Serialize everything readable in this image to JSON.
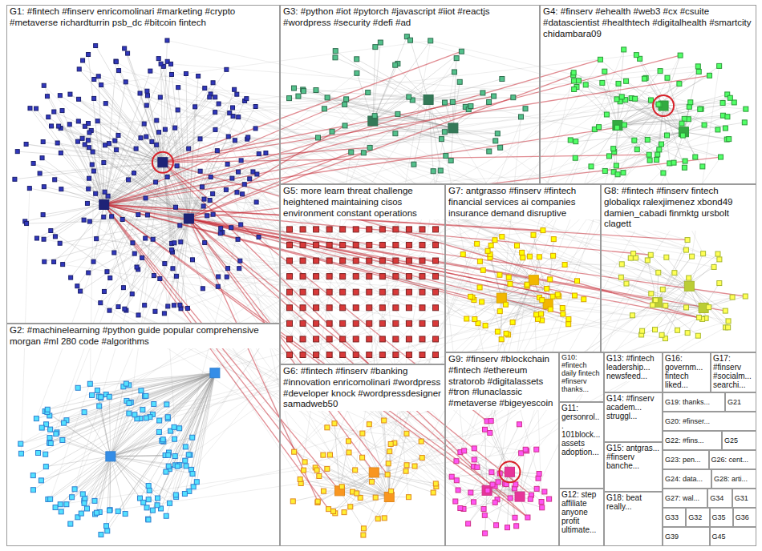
{
  "diagram": {
    "nodes": [
      {
        "text": [
          "G1: #fintech #finserv enricomolinari #marketing #crypto #metaverse richardturrin psb_dc #bitcoin fintech"
        ]
      },
      {
        "text": [
          "G3: #python #iot #pytorch #javascript #iiot #reactjs #wordpress #security #defi #ad"
        ]
      },
      {
        "text": [
          "G4: #finserv #ehealth #web3 #cx #csuite #datascientist #healthtech #digitalhealth #smartcity chidambara09"
        ]
      },
      {
        "text": [
          "G5: more learn threat challenge heightened maintaining cisos environment constant operations"
        ]
      },
      {
        "text": [
          "G7: antgrasso #finserv #fintech financial services ai companies insurance demand disruptive"
        ]
      },
      {
        "text": [
          "G8: #fintech #finserv fintech globaliqx ralexjimenez xbond49 damien_cabadi finmktg ursbolt clagett"
        ]
      },
      {
        "text": [
          "G2: #machinelearning #python guide popular comprehensive morgan #ml 280 code #algorithms"
        ]
      },
      {
        "text": [
          "G6: #fintech #finserv #banking #innovation enricomolinari #wordpress #developer knock #wordpressdesigner samadweb50"
        ]
      },
      {
        "text": [
          "G9: #finserv #blockchain #fintech #ethereum stratorob #digitalassets #tron #lunaclassic #metaverse #bigeyescoin"
        ]
      },
      {
        "text": [
          "G10: #fintech daily fintech #finserv thanks..."
        ]
      },
      {
        "text": [
          "G13: #fintech leadership... newsfeed..."
        ]
      },
      {
        "text": [
          "G16: governm... fintech liked..."
        ]
      },
      {
        "text": [
          "G17: #finserv #socialm... searchi..."
        ]
      },
      {
        "text": [
          "G11: gersonrol... 101block... assets adoption..."
        ]
      },
      {
        "text": [
          "G14: #finserv academ... struggl..."
        ]
      },
      {
        "text": [
          "G15: antgras... #finserv banche..."
        ]
      },
      {
        "text": [
          "G12: step affiliate anyone profit ultimate..."
        ]
      },
      {
        "text": [
          "G18: beat really..."
        ]
      },
      {
        "text": [
          "G19: thanks..."
        ]
      },
      {
        "text": [
          "G21"
        ]
      },
      {
        "text": [
          "G20: #finser..."
        ]
      },
      {
        "text": [
          "G22: #fins..."
        ]
      },
      {
        "text": [
          "G25"
        ]
      },
      {
        "text": [
          "G23: pen..."
        ]
      },
      {
        "text": [
          "G26: cent..."
        ]
      },
      {
        "text": [
          "G24: data..."
        ]
      },
      {
        "text": [
          "G28: arti..."
        ]
      },
      {
        "text": [
          "G27: wal..."
        ]
      },
      {
        "text": [
          "G34"
        ]
      },
      {
        "text": [
          "G31"
        ]
      },
      {
        "text": [
          "G33"
        ]
      },
      {
        "text": [
          "G32"
        ]
      },
      {
        "text": [
          "G35"
        ]
      },
      {
        "text": [
          "G36"
        ]
      },
      {
        "text": [
          "G39"
        ]
      },
      {
        "text": [
          "G45"
        ]
      }
    ]
  }
}
